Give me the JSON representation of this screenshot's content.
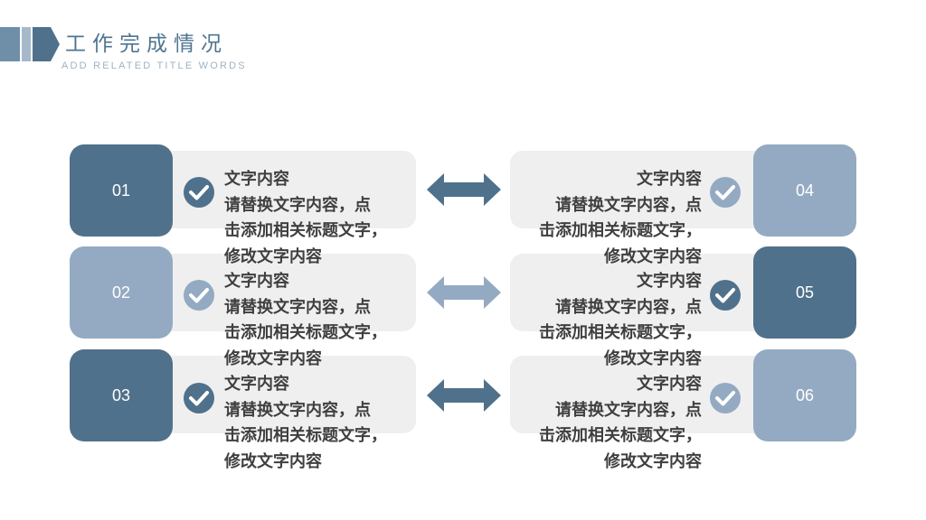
{
  "header": {
    "title": "工作完成情况",
    "subtitle": "ADD RELATED TITLE WORDS"
  },
  "colors": {
    "dark": "#50718b",
    "light": "#94aac2",
    "card": "#efefef",
    "text": "#3f3f3f"
  },
  "items": [
    {
      "number": "01",
      "tone": "dark",
      "check_icon": "check-circle-icon",
      "lines": [
        "文字内容",
        "请替换文字内容，点",
        "击添加相关标题文字，",
        "修改文字内容"
      ]
    },
    {
      "number": "02",
      "tone": "light",
      "check_icon": "check-circle-icon",
      "lines": [
        "文字内容",
        "请替换文字内容，点",
        "击添加相关标题文字，",
        "修改文字内容"
      ]
    },
    {
      "number": "03",
      "tone": "dark",
      "check_icon": "check-circle-icon",
      "lines": [
        "文字内容",
        "请替换文字内容，点",
        "击添加相关标题文字，",
        "修改文字内容"
      ]
    },
    {
      "number": "04",
      "tone": "light",
      "check_icon": "check-circle-icon",
      "lines": [
        "文字内容",
        "请替换文字内容，点",
        "击添加相关标题文字，",
        "修改文字内容"
      ]
    },
    {
      "number": "05",
      "tone": "dark",
      "check_icon": "check-circle-icon",
      "lines": [
        "文字内容",
        "请替换文字内容，点",
        "击添加相关标题文字，",
        "修改文字内容"
      ]
    },
    {
      "number": "06",
      "tone": "light",
      "check_icon": "check-circle-icon",
      "lines": [
        "文字内容",
        "请替换文字内容，点",
        "击添加相关标题文字，",
        "修改文字内容"
      ]
    }
  ],
  "connectors": [
    {
      "icon": "double-arrow-icon",
      "tone": "dark"
    },
    {
      "icon": "double-arrow-icon",
      "tone": "light"
    },
    {
      "icon": "double-arrow-icon",
      "tone": "dark"
    }
  ]
}
